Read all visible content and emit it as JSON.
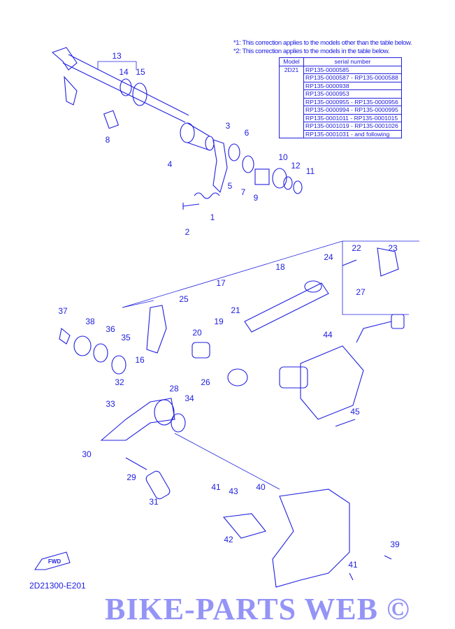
{
  "notes": {
    "note1": "*1: This correction applies to the models other than the table below.",
    "note2": "*2: This correction applies to the models in the table below."
  },
  "serial_table": {
    "headers": [
      "Model",
      "serial number"
    ],
    "model": "2D21",
    "rows": [
      "RP135-0000585",
      "RP135-0000587 - RP135-0000588",
      "RP135-0000938",
      "RP135-0000953",
      "RP135-0000955 - RP135-0000956",
      "RP135-0000994 - RP135-0000995",
      "RP135-0001011 - RP135-0001015",
      "RP135-0001019 - RP135-0001026",
      "RP135-0001031 - and following"
    ]
  },
  "callouts": [
    "13",
    "14",
    "15",
    "8",
    "3",
    "6",
    "4",
    "5",
    "7",
    "10",
    "12",
    "11",
    "9",
    "1",
    "2",
    "22",
    "23",
    "24",
    "27",
    "18",
    "17",
    "25",
    "21",
    "19",
    "20",
    "37",
    "38",
    "36",
    "35",
    "16",
    "26",
    "44",
    "45",
    "32",
    "28",
    "33",
    "34",
    "30",
    "29",
    "31",
    "41",
    "43",
    "40",
    "42",
    "39",
    "41"
  ],
  "fwd_label": "FWD",
  "diagram_code": "2D21300-E201",
  "watermark": "BIKE-PARTS WEB ©",
  "colors": {
    "ink": "#2020e0"
  }
}
